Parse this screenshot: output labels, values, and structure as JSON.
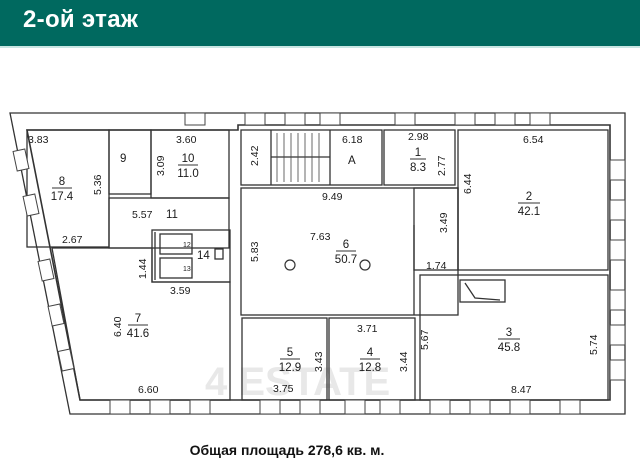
{
  "header": {
    "title": "2-ой этаж",
    "background": "#00695f"
  },
  "floor_plan": {
    "watermark": "4 ESTATE",
    "rooms": [
      {
        "id": "1",
        "area": "8.3",
        "dims": [
          "2.98",
          "2.77"
        ]
      },
      {
        "id": "2",
        "area": "42.1",
        "dims": [
          "6.54",
          "6.44"
        ]
      },
      {
        "id": "3",
        "area": "45.8",
        "dims": [
          "8.47",
          "5.74",
          "5.67"
        ]
      },
      {
        "id": "4",
        "area": "12.8",
        "dims": [
          "3.71",
          "3.44"
        ]
      },
      {
        "id": "5",
        "area": "12.9",
        "dims": [
          "3.75",
          "3.43"
        ]
      },
      {
        "id": "6",
        "area": "50.7",
        "dims": [
          "9.49",
          "7.63",
          "5.83",
          "3.49",
          "1.74"
        ]
      },
      {
        "id": "7",
        "area": "41.6",
        "dims": [
          "6.60",
          "6.40",
          "3.59",
          "1.44"
        ]
      },
      {
        "id": "8",
        "area": "17.4",
        "dims": [
          "3.83",
          "5.36",
          "2.67"
        ]
      },
      {
        "id": "9",
        "area": "",
        "dims": []
      },
      {
        "id": "10",
        "area": "11.0",
        "dims": [
          "3.60",
          "3.09"
        ]
      },
      {
        "id": "11",
        "area": "",
        "dims": [
          "5.57"
        ]
      },
      {
        "id": "12",
        "area": "",
        "dims": []
      },
      {
        "id": "13",
        "area": "",
        "dims": []
      },
      {
        "id": "14",
        "area": "",
        "dims": []
      },
      {
        "id": "A",
        "area": "",
        "dims": [
          "6.18",
          "2.42"
        ]
      }
    ],
    "labels": {
      "r1": "1",
      "r1_area": "8.3",
      "r1_w": "2.98",
      "r1_h": "2.77",
      "r2": "2",
      "r2_area": "42.1",
      "r2_w": "6.54",
      "r2_h": "6.44",
      "r3": "3",
      "r3_area": "45.8",
      "r3_w": "8.47",
      "r3_h": "5.74",
      "r3_h2": "5.67",
      "r4": "4",
      "r4_area": "12.8",
      "r4_w": "3.71",
      "r4_h": "3.44",
      "r5": "5",
      "r5_area": "12.9",
      "r5_w": "3.75",
      "r5_h": "3.43",
      "r6": "6",
      "r6_area": "50.7",
      "r6_w": "9.49",
      "r6_w2": "7.63",
      "r6_h": "5.83",
      "r6_h2": "3.49",
      "r6_w3": "1.74",
      "r7": "7",
      "r7_area": "41.6",
      "r7_w": "6.60",
      "r7_h": "6.40",
      "r7_w2": "3.59",
      "r7_h2": "1.44",
      "r8": "8",
      "r8_area": "17.4",
      "r8_w": "3.83",
      "r8_h": "5.36",
      "r8_w2": "2.67",
      "r9": "9",
      "r10": "10",
      "r10_area": "11.0",
      "r10_w": "3.60",
      "r10_h": "3.09",
      "r11": "11",
      "r11_w": "5.57",
      "r12": "12",
      "r13": "13",
      "r14": "14",
      "rA": "A",
      "rA_w": "6.18",
      "rA_h": "2.42"
    }
  },
  "footer": {
    "total_area": "Общая площадь 278,6 кв. м."
  }
}
